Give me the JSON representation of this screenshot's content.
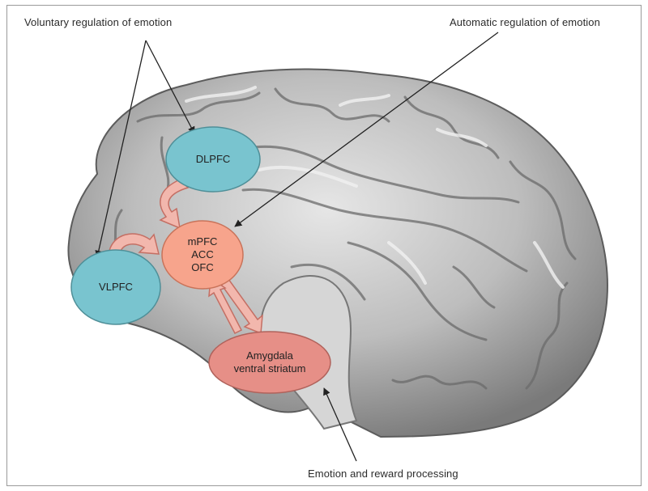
{
  "annotations": {
    "voluntary": "Voluntary regulation of emotion",
    "automatic": "Automatic regulation of emotion",
    "emotion_reward": "Emotion and reward processing"
  },
  "nodes": {
    "dlpfc": {
      "label": "DLPFC",
      "color": "#79c4cf"
    },
    "vlpfc": {
      "label": "VLPFC",
      "color": "#79c4cf"
    },
    "mpfc": {
      "line1": "mPFC",
      "line2": "ACC",
      "line3": "OFC",
      "color": "#f7a48c"
    },
    "amygdala": {
      "line1": "Amygdala",
      "line2": "ventral striatum",
      "color": "#e68f87"
    }
  },
  "colors": {
    "brain_base": "#b9b9b9",
    "brain_dark": "#6f6f6f",
    "brain_light": "#e4e4e4",
    "arrow_fill": "#f2b7ad",
    "arrow_stroke": "#c46f64",
    "pointer_line": "#222222",
    "frame_border": "#9a9a9a"
  }
}
